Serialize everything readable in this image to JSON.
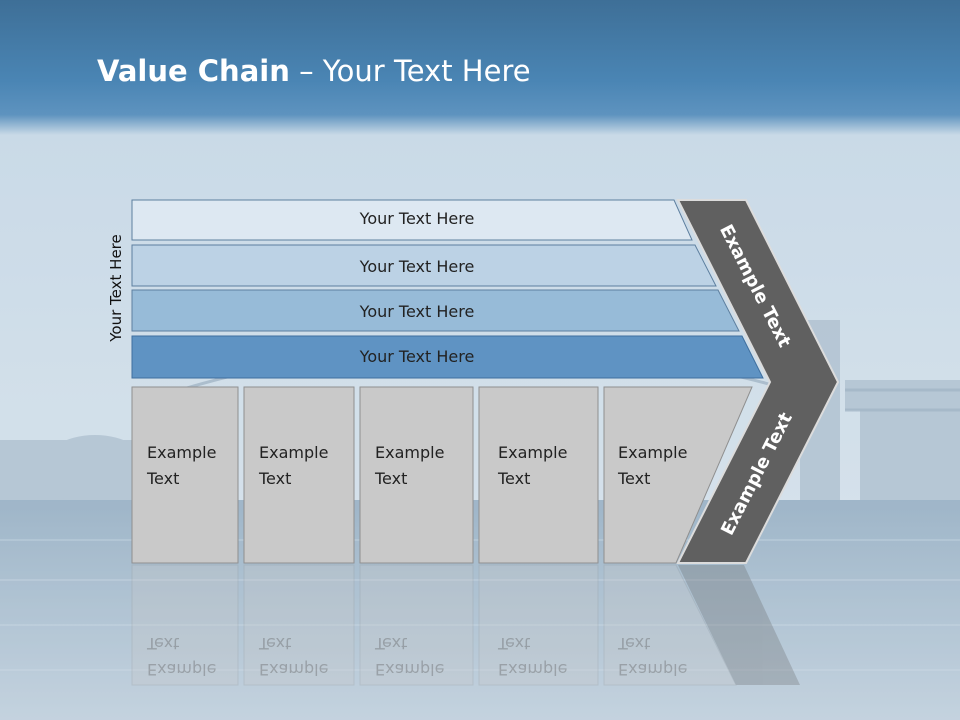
{
  "title": {
    "bold": "Value Chain",
    "rest": " – Your Text Here"
  },
  "side_label": "Your Text Here",
  "rows": [
    {
      "label": "Your Text Here",
      "color": "#dde8f2"
    },
    {
      "label": "Your Text Here",
      "color": "#bcd2e5"
    },
    {
      "label": "Your Text Here",
      "color": "#97bbd8"
    },
    {
      "label": "Your Text Here",
      "color": "#5f93c3"
    }
  ],
  "cells": [
    {
      "label": "Example\nText"
    },
    {
      "label": "Example\nText"
    },
    {
      "label": "Example\nText"
    },
    {
      "label": "Example\nText"
    },
    {
      "label": "Example\nText"
    }
  ],
  "chevron": {
    "top_label": "Example Text",
    "bottom_label": "Example Text",
    "color": "#606060"
  }
}
